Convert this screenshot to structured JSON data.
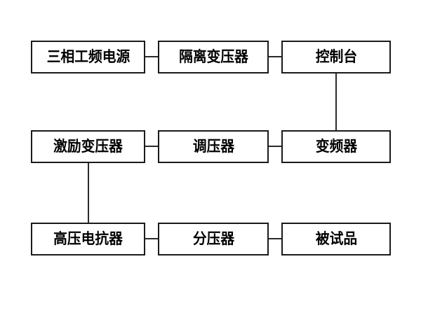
{
  "diagram": {
    "type": "block-flow-diagram",
    "background_color": "#ffffff",
    "box_border_color": "#1a1a1a",
    "connector_color": "#2a2a2a",
    "text_color": "#000000",
    "nodes": [
      {
        "id": "n1",
        "label": "三相工频电源",
        "row": 1,
        "col": 1
      },
      {
        "id": "n2",
        "label": "隔离变压器",
        "row": 1,
        "col": 2
      },
      {
        "id": "n3",
        "label": "控制台",
        "row": 1,
        "col": 3
      },
      {
        "id": "n4",
        "label": "激励变压器",
        "row": 2,
        "col": 1
      },
      {
        "id": "n5",
        "label": "调压器",
        "row": 2,
        "col": 2
      },
      {
        "id": "n6",
        "label": "变频器",
        "row": 2,
        "col": 3
      },
      {
        "id": "n7",
        "label": "高压电抗器",
        "row": 3,
        "col": 1
      },
      {
        "id": "n8",
        "label": "分压器",
        "row": 3,
        "col": 2
      },
      {
        "id": "n9",
        "label": "被试品",
        "row": 3,
        "col": 3
      }
    ],
    "edges": [
      {
        "from": "n1",
        "to": "n2",
        "orientation": "horizontal"
      },
      {
        "from": "n2",
        "to": "n3",
        "orientation": "horizontal"
      },
      {
        "from": "n3",
        "to": "n6",
        "orientation": "vertical"
      },
      {
        "from": "n6",
        "to": "n5",
        "orientation": "horizontal"
      },
      {
        "from": "n5",
        "to": "n4",
        "orientation": "horizontal"
      },
      {
        "from": "n4",
        "to": "n7",
        "orientation": "vertical"
      },
      {
        "from": "n7",
        "to": "n8",
        "orientation": "horizontal"
      },
      {
        "from": "n8",
        "to": "n9",
        "orientation": "horizontal"
      }
    ]
  }
}
